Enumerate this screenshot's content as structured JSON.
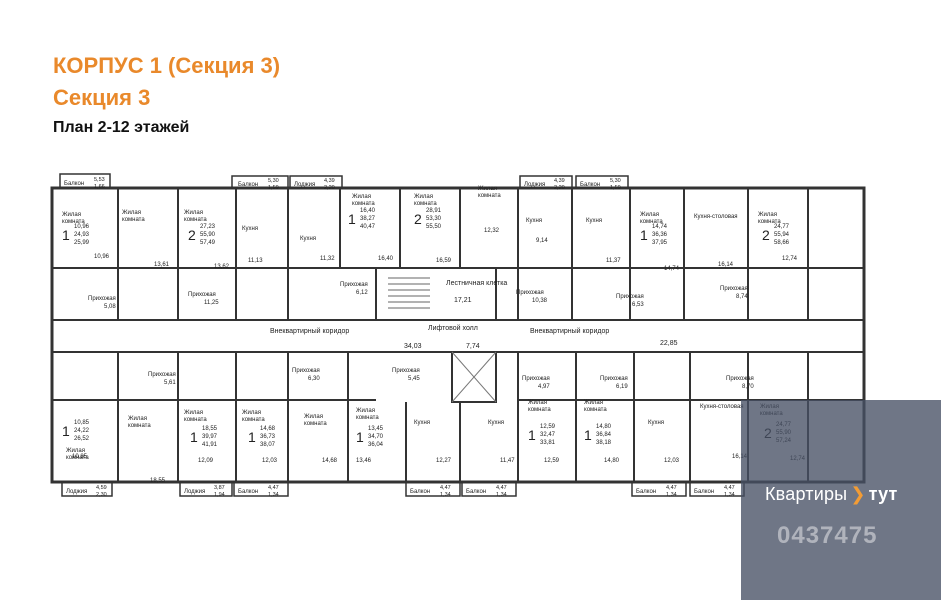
{
  "header": {
    "title": "КОРПУС 1 (Секция 3)",
    "section": "Секция 3",
    "plan": "План 2-12 этажей"
  },
  "corridor": {
    "left": "Внеквартирный коридор",
    "right": "Внеквартирный коридор",
    "hall": "Лифтовой холл",
    "stair": "Лестничная клетка",
    "area_left": "34,03",
    "area_right": "22,85",
    "area_hall": "7,74",
    "area_stair": "17,21"
  },
  "apartments": [
    {
      "rooms": "1",
      "areas": [
        "10,96",
        "24,93",
        "25,99"
      ]
    },
    {
      "rooms": "2",
      "areas": [
        "27,23",
        "55,90",
        "57,49"
      ]
    },
    {
      "rooms": "1",
      "areas": [
        "16,40",
        "38,27",
        "40,47"
      ]
    },
    {
      "rooms": "2",
      "areas": [
        "28,91",
        "53,30",
        "55,50"
      ]
    },
    {
      "rooms": "1",
      "areas": [
        "14,74",
        "36,36",
        "37,95"
      ]
    },
    {
      "rooms": "2",
      "areas": [
        "24,77",
        "55,94",
        "58,66"
      ]
    },
    {
      "rooms": "1",
      "areas": [
        "10,85",
        "24,22",
        "26,52"
      ]
    },
    {
      "rooms": "1",
      "areas": [
        "18,55",
        "39,97",
        "41,91"
      ]
    },
    {
      "rooms": "1",
      "areas": [
        "14,68",
        "36,73",
        "38,07"
      ]
    },
    {
      "rooms": "1",
      "areas": [
        "13,45",
        "34,70",
        "36,04"
      ]
    },
    {
      "rooms": "1",
      "areas": [
        "12,59",
        "32,47",
        "33,81"
      ]
    },
    {
      "rooms": "1",
      "areas": [
        "14,80",
        "36,84",
        "38,18"
      ]
    },
    {
      "rooms": "2",
      "areas": [
        "24,77",
        "55,90",
        "57,24"
      ]
    }
  ],
  "balconies_top": [
    {
      "label": "Балкон",
      "a": "5,53",
      "b": "1,66"
    },
    {
      "label": "Балкон",
      "a": "5,30",
      "b": "1,59"
    },
    {
      "label": "Лоджия",
      "a": "4,39",
      "b": "2,20"
    },
    {
      "label": "Лоджия",
      "a": "4,39",
      "b": "2,20"
    },
    {
      "label": "Балкон",
      "a": "5,30",
      "b": "1,59"
    }
  ],
  "balconies_bottom": [
    {
      "label": "Лоджия",
      "a": "4,59",
      "b": "2,30"
    },
    {
      "label": "Лоджия",
      "a": "3,87",
      "b": "1,94"
    },
    {
      "label": "Балкон",
      "a": "4,47",
      "b": "1,34"
    },
    {
      "label": "Балкон",
      "a": "4,47",
      "b": "1,34"
    },
    {
      "label": "Балкон",
      "a": "4,47",
      "b": "1,34"
    },
    {
      "label": "Балкон",
      "a": "4,47",
      "b": "1,34"
    },
    {
      "label": "Балкон",
      "a": "4,47",
      "b": "1,34"
    }
  ],
  "rooms_top": [
    {
      "name": "Жилая комната",
      "area": "10,96"
    },
    {
      "name": "Жилая комната",
      "area": "13,61"
    },
    {
      "name": "Жилая комната",
      "area": "13,62"
    },
    {
      "name": "Кухня",
      "area": "11,13"
    },
    {
      "name": "Кухня",
      "area": "11,32"
    },
    {
      "name": "Жилая комната",
      "area": "16,40"
    },
    {
      "name": "Жилая комната",
      "area": "16,59"
    },
    {
      "name": "Жилая комната",
      "area": "12,32"
    },
    {
      "name": "Кухня",
      "area": "9,14"
    },
    {
      "name": "Кухня",
      "area": "11,37"
    },
    {
      "name": "Жилая комната",
      "area": "14,74"
    },
    {
      "name": "Кухня-столовая",
      "area": "16,14"
    },
    {
      "name": "Жилая комната",
      "area": "12,74"
    }
  ],
  "rooms_bottom": [
    {
      "name": "Жилая комната",
      "area": "10,85"
    },
    {
      "name": "Жилая комната",
      "area": "18,55"
    },
    {
      "name": "Жилая комната",
      "area": "12,09"
    },
    {
      "name": "Жилая комната",
      "area": "12,03"
    },
    {
      "name": "Жилая комната",
      "area": "14,68"
    },
    {
      "name": "Жилая комната",
      "area": "13,46"
    },
    {
      "name": "Кухня",
      "area": "12,27"
    },
    {
      "name": "Кухня",
      "area": "11,47"
    },
    {
      "name": "Жилая комната",
      "area": "12,59"
    },
    {
      "name": "Жилая комната",
      "area": "14,80"
    },
    {
      "name": "Кухня",
      "area": "12,03"
    },
    {
      "name": "Кухня-столовая",
      "area": "16,14"
    },
    {
      "name": "Жилая комната",
      "area": "12,74"
    }
  ],
  "halls": [
    {
      "name": "Прихожая",
      "area": "5,08"
    },
    {
      "name": "Прихожая",
      "area": "11,25"
    },
    {
      "name": "Прихожая",
      "area": "6,12"
    },
    {
      "name": "Прихожая",
      "area": "10,38"
    },
    {
      "name": "Прихожая",
      "area": "6,53"
    },
    {
      "name": "Прихожая",
      "area": "8,74"
    },
    {
      "name": "Прихожая",
      "area": "5,61"
    },
    {
      "name": "Прихожая",
      "area": "6,30"
    },
    {
      "name": "Прихожая",
      "area": "5,45"
    },
    {
      "name": "Прихожая",
      "area": "4,97"
    },
    {
      "name": "Прихожая",
      "area": "6,19"
    },
    {
      "name": "Прихожая",
      "area": "8,70"
    }
  ],
  "watermark": {
    "logo_a": "Квартиры",
    "logo_b": "тут",
    "id": "0437475"
  },
  "colors": {
    "title": "#e9892b",
    "wall": "#333333",
    "wm_accent": "#f39c34"
  }
}
